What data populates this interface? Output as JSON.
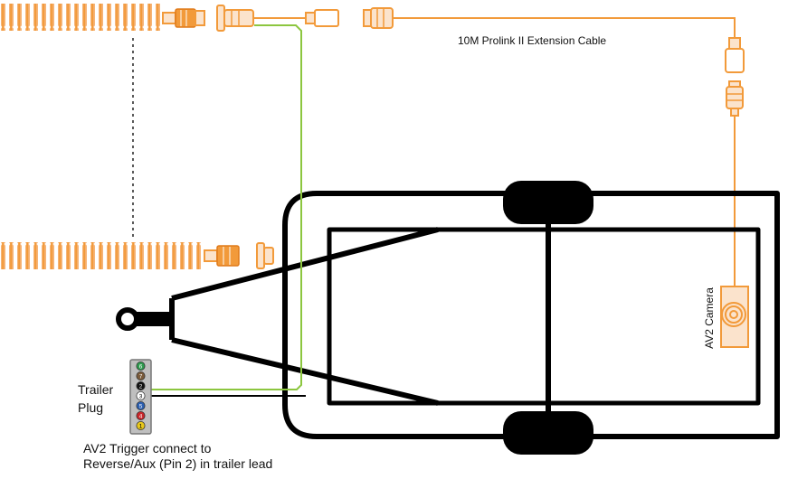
{
  "labels": {
    "extension_cable": "10M Prolink II Extension Cable",
    "camera": "AV2 Camera",
    "trailer_plug_line1": "Trailer",
    "trailer_plug_line2": "Plug",
    "trigger_line1": "AV2 Trigger connect to",
    "trigger_line2": "Reverse/Aux (Pin 2) in trailer lead"
  },
  "plug_pins": [
    {
      "number": "6",
      "color": "#2e9a4e"
    },
    {
      "number": "7",
      "color": "#7a5a3a"
    },
    {
      "number": "2",
      "color": "#111111"
    },
    {
      "number": "3",
      "color": "#ffffff"
    },
    {
      "number": "5",
      "color": "#2c5fb0"
    },
    {
      "number": "4",
      "color": "#c8262a"
    },
    {
      "number": "1",
      "color": "#e8c81c"
    }
  ],
  "colors": {
    "orange_cable": "#f29a3a",
    "green_wire": "#8cc63f",
    "trailer_frame": "#000000"
  }
}
